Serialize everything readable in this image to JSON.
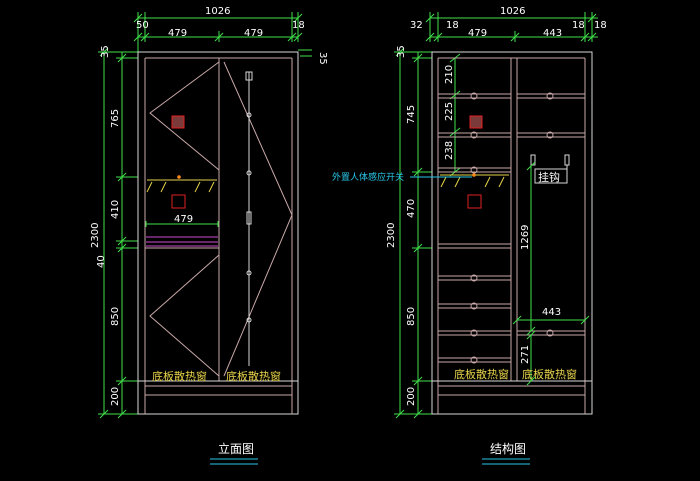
{
  "colors": {
    "background": "#000000",
    "dimension": "#3fe04a",
    "frame": "#d8d8d8",
    "panel_line": "#c9a8a8",
    "accent_yellow": "#e8d44a",
    "accent_red": "#e02020",
    "accent_magenta": "#d24ad2",
    "accent_cyan": "#29c6e8",
    "accent_orange": "#ff8a1a"
  },
  "left_view": {
    "title": "立面图",
    "top_overall": "1026",
    "top_left_margin": "50",
    "top_right_margin": "18",
    "door_width_left": "479",
    "door_width_right": "479",
    "right_top": "35",
    "left_top": "35",
    "total_height": "2300",
    "seg_765": "765",
    "seg_410": "410",
    "seg_40": "40",
    "seg_850": "850",
    "seg_200": "200",
    "inner_width": "479",
    "vent_left": "底板散热窗",
    "vent_right": "底板散热窗"
  },
  "right_view": {
    "title": "结构图",
    "top_overall": "1026",
    "top_left_a": "32",
    "top_left_b": "18",
    "top_right_a": "18",
    "top_right_b": "18",
    "width_left": "479",
    "width_right": "443",
    "left_top": "35",
    "total_height": "2300",
    "seg_745": "745",
    "seg_470": "470",
    "seg_850": "850",
    "seg_200": "200",
    "shelf_210": "210",
    "shelf_225": "225",
    "shelf_238": "238",
    "rod_1269": "1269",
    "lower_width": "443",
    "seg_271": "271",
    "sensor_label": "外置人体感应开关",
    "hook_label": "挂钩",
    "vent_left": "底板散热窗",
    "vent_right": "底板散热窗"
  }
}
